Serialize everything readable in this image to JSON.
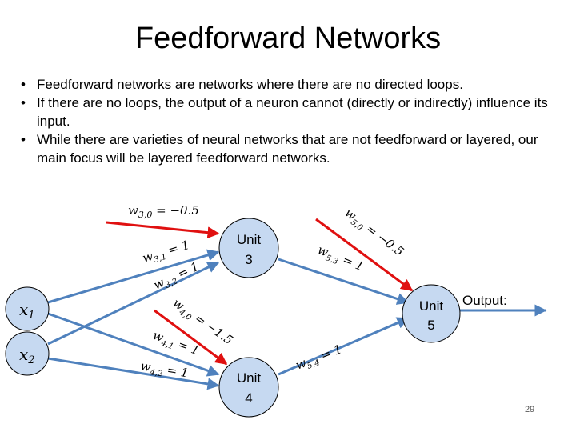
{
  "slide": {
    "title": "Feedforward Networks",
    "bullets": [
      "Feedforward networks are networks where there are no directed loops.",
      "If there are no loops, the output of a neuron cannot (directly or indirectly) influence its input.",
      "While there are varieties of neural networks that are not feedforward or layered, our main focus will be layered feedforward networks."
    ],
    "page_number": "29"
  },
  "diagram": {
    "inputs": [
      {
        "name": "x",
        "sub": "1"
      },
      {
        "name": "x",
        "sub": "2"
      }
    ],
    "units": [
      {
        "line1": "Unit",
        "line2": "3"
      },
      {
        "line1": "Unit",
        "line2": "4"
      },
      {
        "line1": "Unit",
        "line2": "5"
      }
    ],
    "output_label": "Output:",
    "weights": {
      "w30": {
        "w": "w",
        "sub": "3,0",
        "eq": " = −0.5"
      },
      "w31": {
        "w": "w",
        "sub": "3,1",
        "eq": " = 1"
      },
      "w32": {
        "w": "w",
        "sub": "3,2",
        "eq": " = 1"
      },
      "w40": {
        "w": "w",
        "sub": "4,0",
        "eq": " = −1.5"
      },
      "w41": {
        "w": "w",
        "sub": "4,1",
        "eq": " = 1"
      },
      "w42": {
        "w": "w",
        "sub": "4,2",
        "eq": " = 1"
      },
      "w50": {
        "w": "w",
        "sub": "5,0",
        "eq": " = −0.5"
      },
      "w53": {
        "w": "w",
        "sub": "5,3",
        "eq": " = 1"
      },
      "w54": {
        "w": "w",
        "sub": "5,4",
        "eq": " = 1"
      }
    },
    "colors": {
      "node_fill": "#c6d9f1",
      "node_stroke": "#000000",
      "edge": "#4f81bd",
      "bias_edge": "#e01010"
    }
  }
}
